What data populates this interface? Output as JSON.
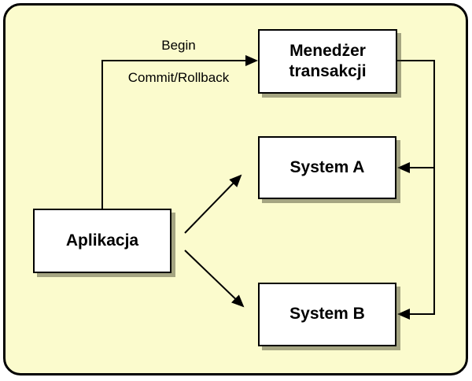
{
  "diagram": {
    "title_hint": "transaction-manager-architecture",
    "colors": {
      "canvas_fill": "#FBFBCD",
      "canvas_border": "#000000",
      "node_fill": "#FFFFFF",
      "node_border": "#000000",
      "line": "#000000"
    },
    "nodes": {
      "transaction_manager": {
        "label": "Menedżer\ntransakcji"
      },
      "system_a": {
        "label": "System A"
      },
      "system_b": {
        "label": "System B"
      },
      "application": {
        "label": "Aplikacja"
      }
    },
    "edge_labels": {
      "begin": "Begin",
      "commit_rollback": "Commit/Rollback"
    }
  }
}
